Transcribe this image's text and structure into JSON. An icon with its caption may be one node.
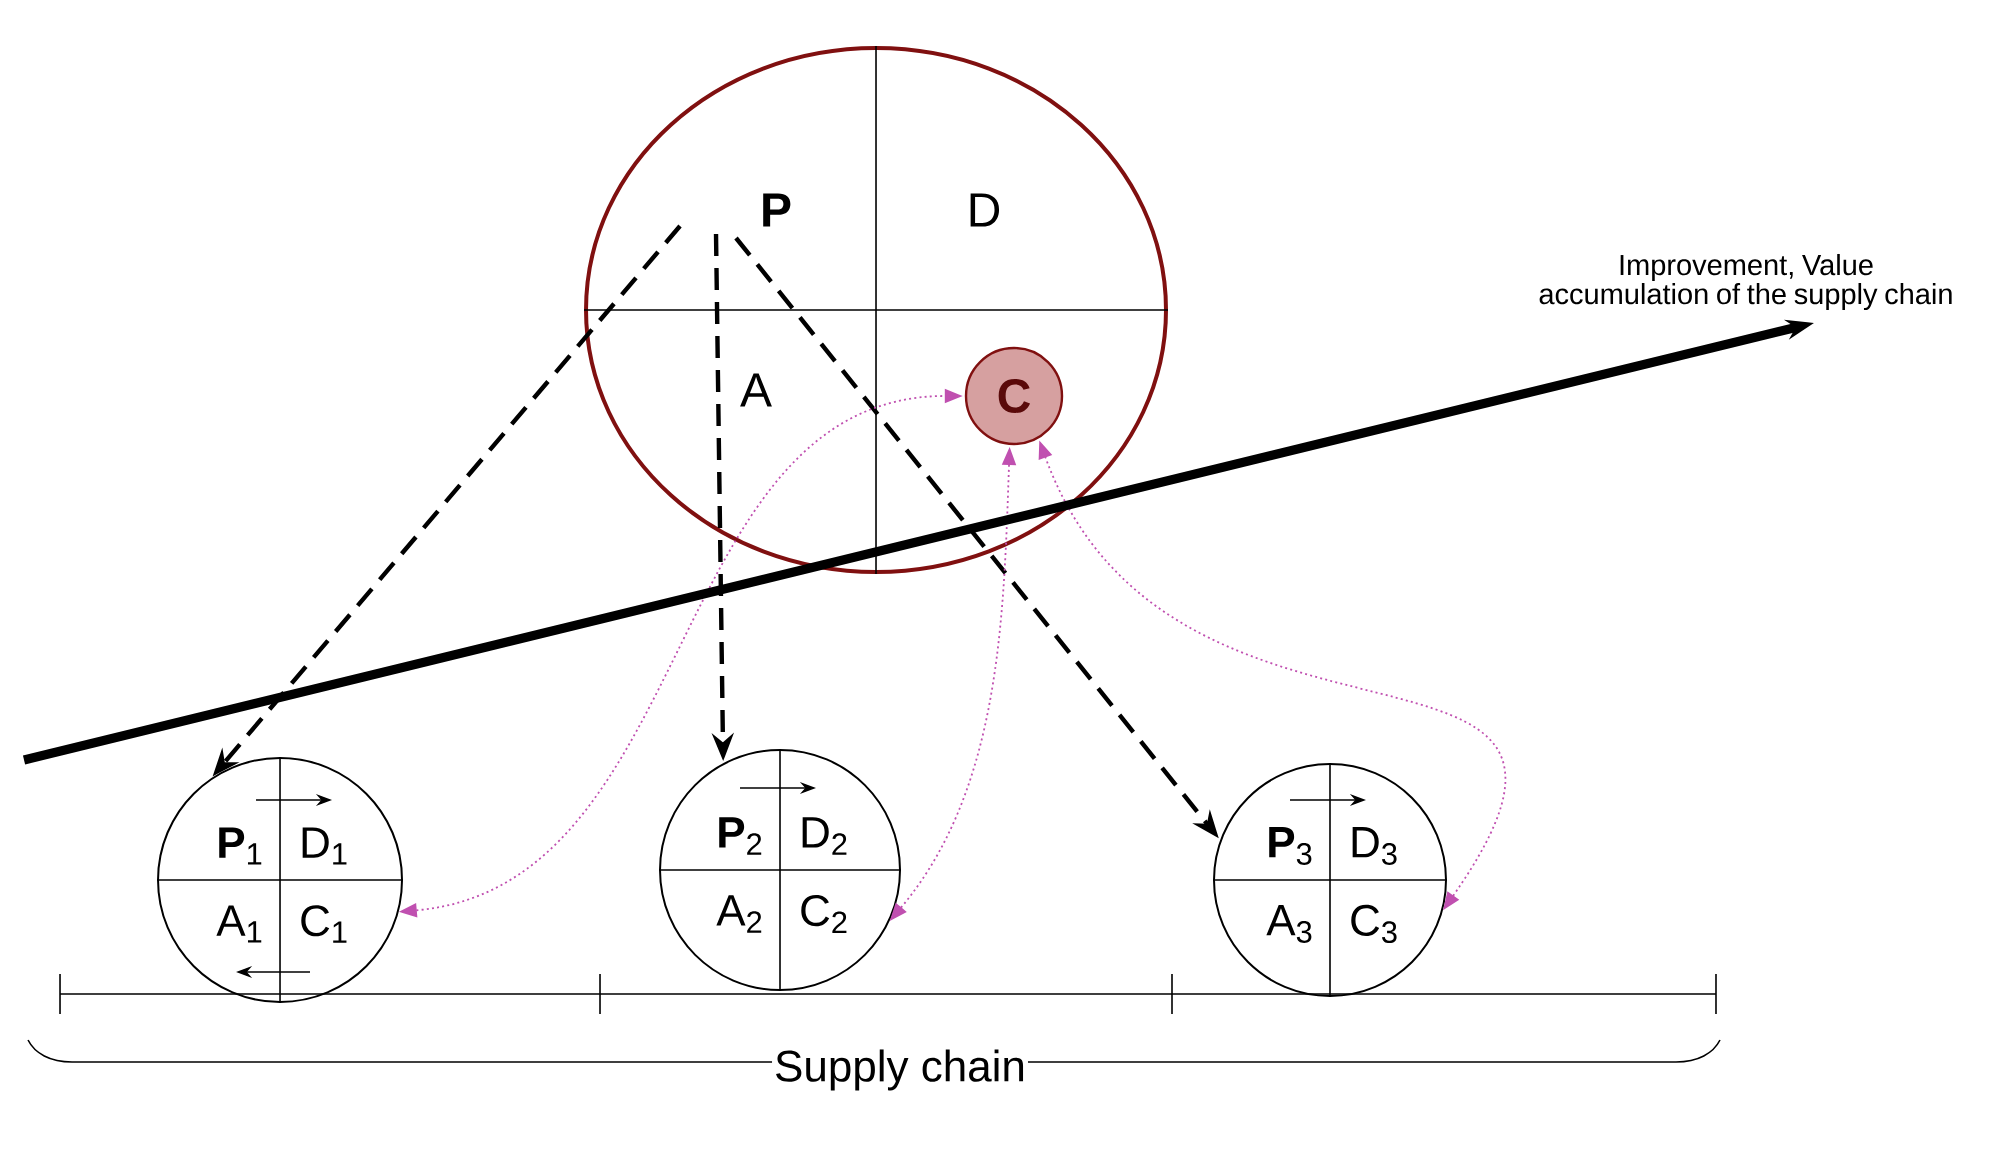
{
  "diagram": {
    "nodes": [
      {
        "text": [
          "P",
          "D",
          "A"
        ]
      },
      {
        "text": [
          "C"
        ],
        "in": 0
      },
      {
        "text": [
          "**P**$_{1}$",
          "D$_{1}$",
          "A$_{1}$",
          "C$_{1}$"
        ]
      },
      {
        "text": [
          "**P**$_{2}$",
          "D$_{2}$",
          "A$_{2}$",
          "C$_{2}$"
        ]
      },
      {
        "text": [
          "**P**$_{3}$",
          "D$_{3}$",
          "A$_{3}$",
          "C$_{3}$"
        ]
      },
      {
        "text": [
          "Improvement, Value accumulation of the supply chain"
        ]
      }
    ],
    "edges": [
      {
        "from": 0,
        "to": 2,
        "arrow": "to",
        "style": "dashed"
      },
      {
        "from": 0,
        "to": 3,
        "arrow": "to",
        "style": "dashed"
      },
      {
        "from": 0,
        "to": 4,
        "arrow": "to",
        "style": "dashed"
      },
      {
        "from": 2,
        "to": 1,
        "arrow": "both",
        "style": "dashed",
        "color": "#c050b0"
      },
      {
        "from": 3,
        "to": 1,
        "arrow": "both",
        "style": "dashed",
        "color": "#c050b0"
      },
      {
        "from": 4,
        "to": 1,
        "arrow": "both",
        "style": "dashed",
        "color": "#c050b0"
      },
      {
        "from": null,
        "to": 5,
        "arrow": "to",
        "style": "thick"
      }
    ],
    "labels": [
      "Supply chain"
    ]
  }
}
